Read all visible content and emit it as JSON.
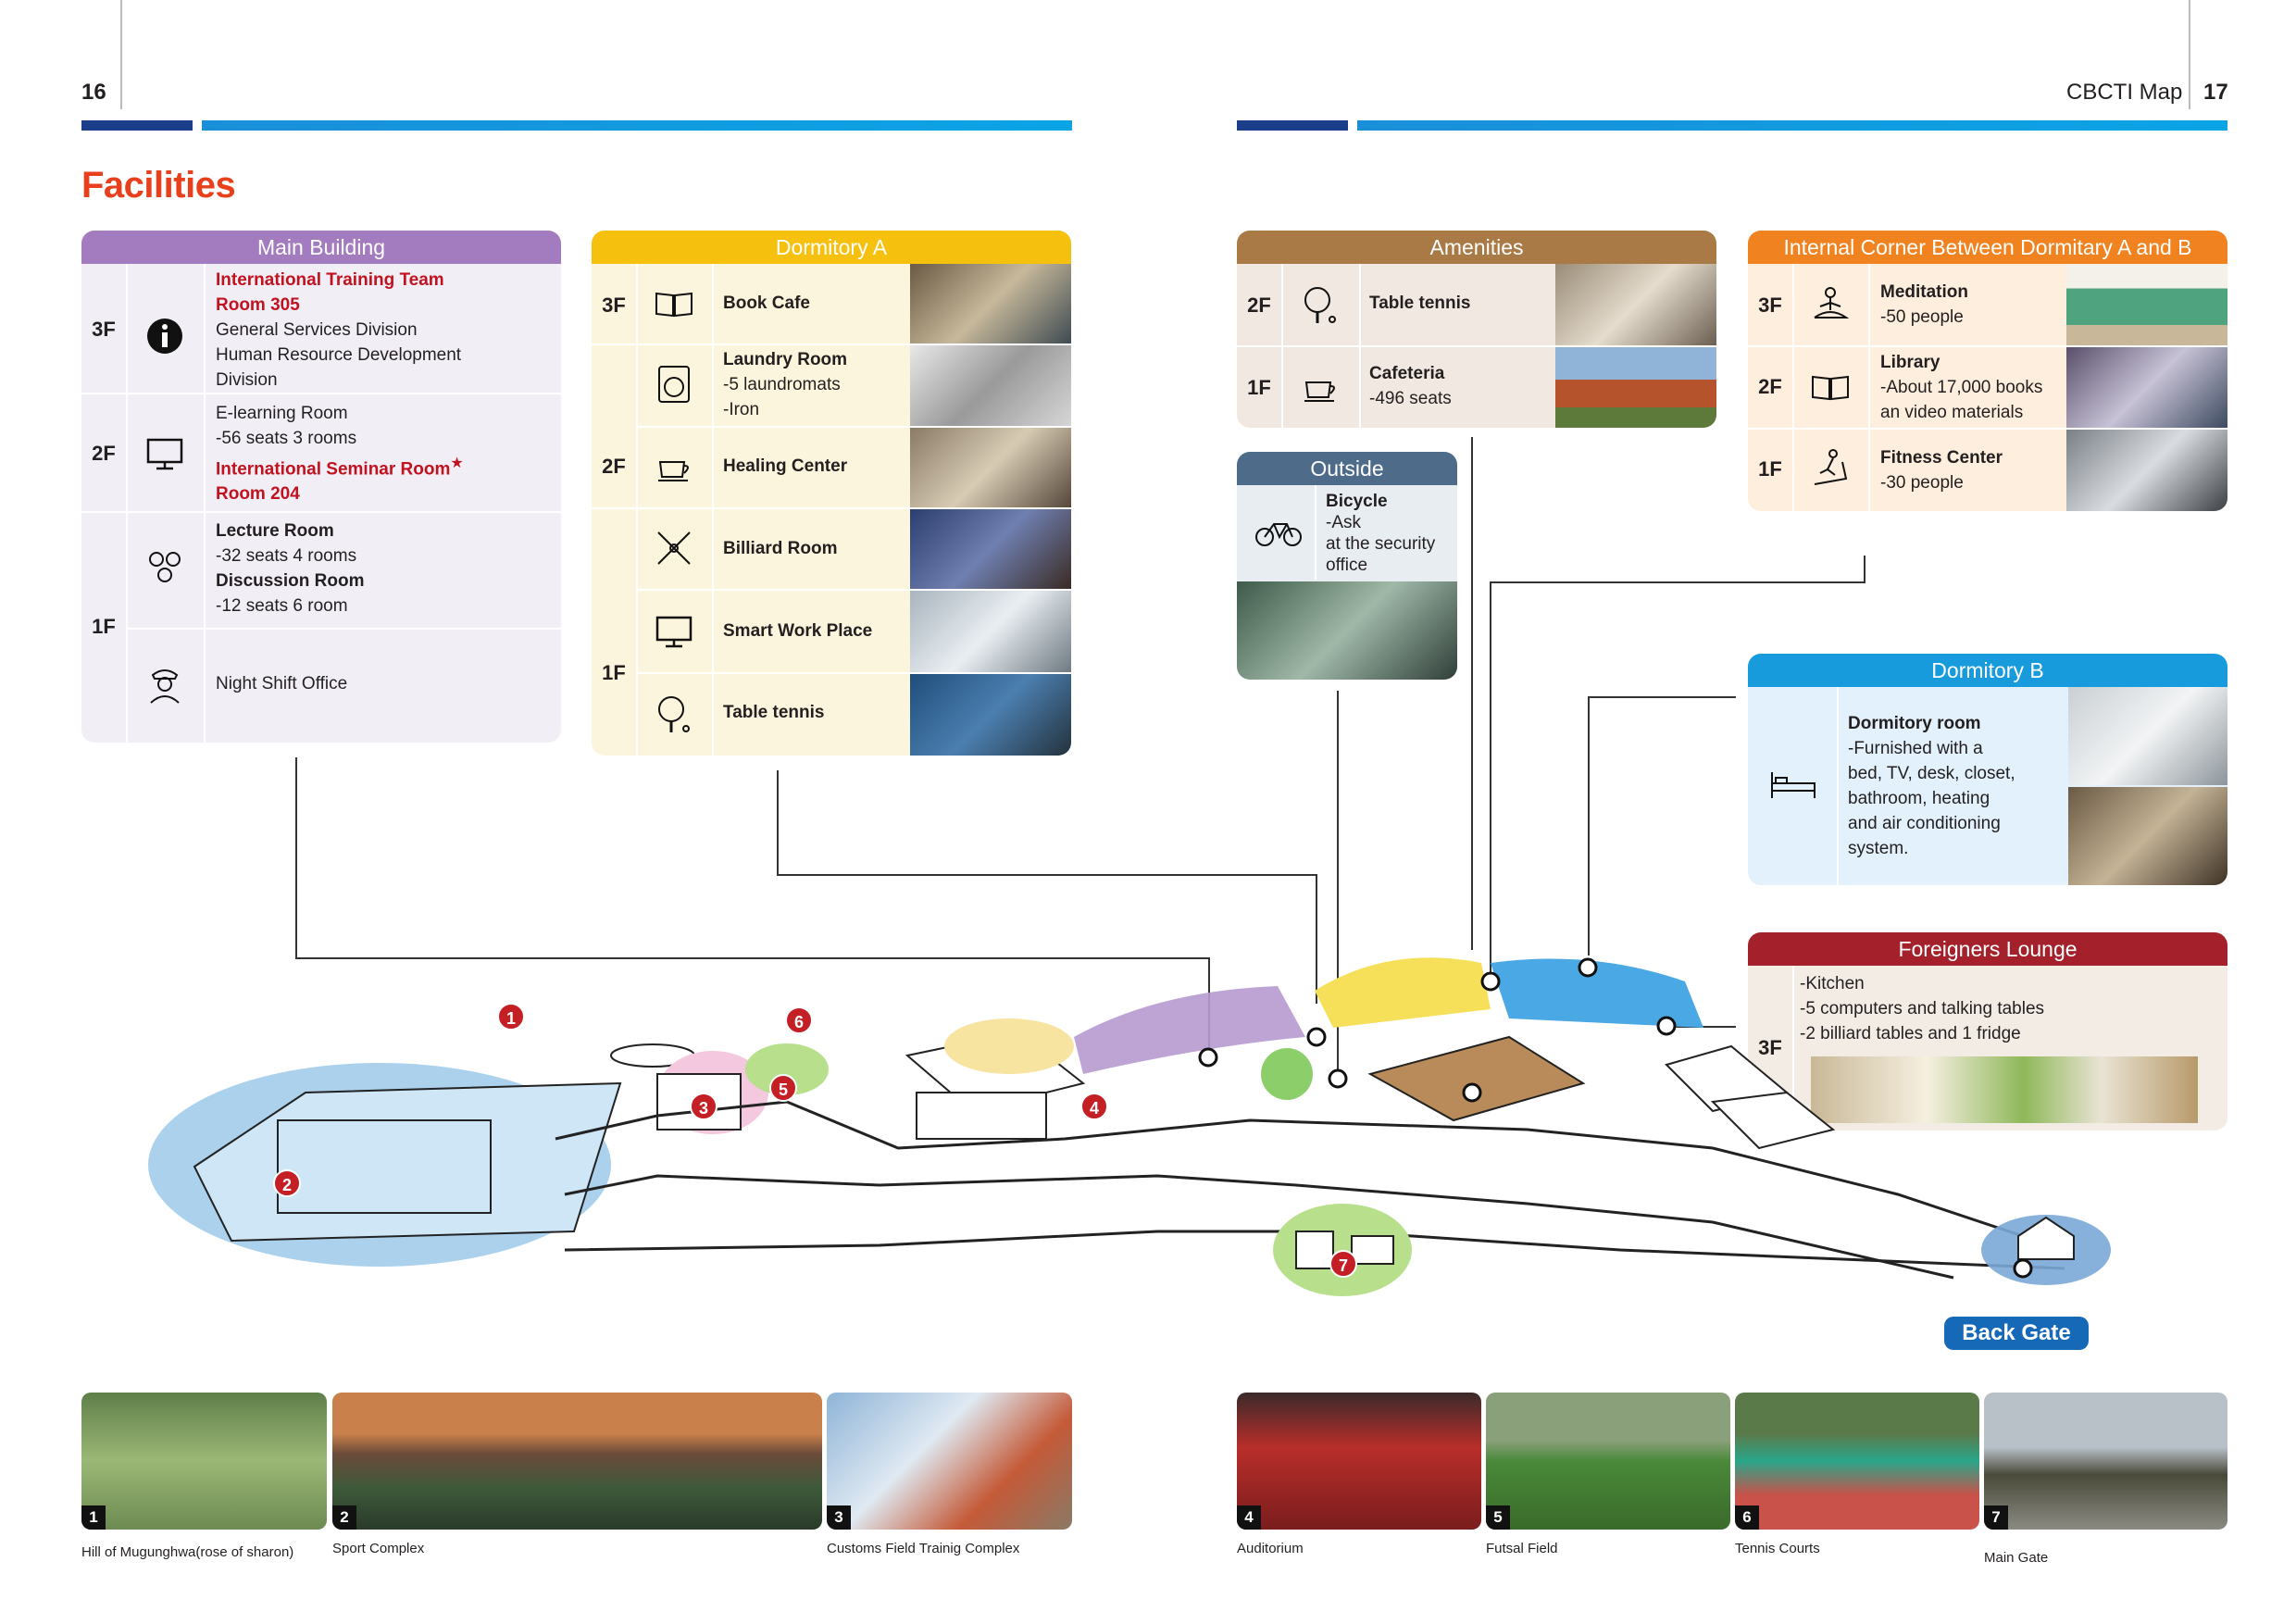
{
  "header": {
    "left_page": "16",
    "right_title": "CBCTI Map",
    "right_page": "17"
  },
  "title": "Facilities",
  "colors": {
    "main": "#a37cbf",
    "mainbg": "#f2eef6",
    "dormA": "#f6c10e",
    "dormAbg": "#fcf5dd",
    "amen": "#a97a45",
    "amenbg": "#f1e9e1",
    "inter": "#f0821f",
    "interbg": "#fdeede",
    "outside": "#4f6b8a",
    "dormB": "#179bdc",
    "dormBbg": "#e2f1fb",
    "lounge": "#a4202b",
    "loungebg": "#f3ece5",
    "red": "#c1121f",
    "gate": "#1669b7"
  },
  "main_building": {
    "title": "Main Building",
    "f3": "3F",
    "f3_red1": "International Training Team",
    "f3_red2": "Room 305",
    "f3_l1": "General Services Division",
    "f3_l2": "Human Resource Development",
    "f3_l3": "Division",
    "f2": "2F",
    "f2_l1": "E-learning Room",
    "f2_l2": "-56 seats 3 rooms",
    "f2_red1": "International Seminar Room",
    "star": "★",
    "f2_red2": "Room 204",
    "f1": "1F",
    "f1_b1": "Lecture Room",
    "f1_l1": "-32 seats 4 rooms",
    "f1_b2": "Discussion Room",
    "f1_l2": "-12 seats 6 room",
    "f1_l3": "Night Shift Office"
  },
  "dorm_a": {
    "title": "Dormitory A",
    "f3": "3F",
    "f2": "2F",
    "f1": "1F",
    "r1": "Book Cafe",
    "r2": "Laundry Room",
    "r2a": "-5 laundromats",
    "r2b": "-Iron",
    "r3": "Healing Center",
    "r4": "Billiard Room",
    "r5": "Smart Work Place",
    "r6": "Table tennis"
  },
  "amenities": {
    "title": "Amenities",
    "f2": "2F",
    "r1": "Table tennis",
    "f1": "1F",
    "r2": "Cafeteria",
    "r2a": "-496 seats"
  },
  "outside": {
    "title": "Outside",
    "b": "Bicycle",
    "l1": "-Ask",
    "l2": "at the security",
    "l3": "office"
  },
  "internal": {
    "title": "Internal Corner Between Dormitary A and B",
    "f3": "3F",
    "r1": "Meditation",
    "r1a": "-50 people",
    "f2": "2F",
    "r2": "Library",
    "r2a": "-About 17,000 books",
    "r2b": "an video materials",
    "f1": "1F",
    "r3": "Fitness Center",
    "r3a": "-30 people"
  },
  "dorm_b": {
    "title": "Dormitory B",
    "b": "Dormitory room",
    "l1": "-Furnished with a",
    "l2": "bed, TV, desk, closet,",
    "l3": "bathroom, heating",
    "l4": "and air conditioning",
    "l5": "system."
  },
  "lounge": {
    "title": "Foreigners Lounge",
    "f3": "3F",
    "l1": "-Kitchen",
    "l2": "-5 computers and talking tables",
    "l3": "-2 billiard tables and 1 fridge"
  },
  "map": {
    "markers": [
      "1",
      "2",
      "3",
      "4",
      "5",
      "6",
      "7"
    ],
    "gate": "Back Gate"
  },
  "photos": [
    {
      "n": "1",
      "caption": "Hill of Mugunghwa(rose of sharon)"
    },
    {
      "n": "2",
      "caption": "Sport Complex"
    },
    {
      "n": "3",
      "caption": "Customs Field Trainig Complex"
    },
    {
      "n": "4",
      "caption": "Auditorium"
    },
    {
      "n": "5",
      "caption": "Futsal Field"
    },
    {
      "n": "6",
      "caption": "Tennis Courts"
    },
    {
      "n": "7",
      "caption": "Main Gate"
    }
  ]
}
